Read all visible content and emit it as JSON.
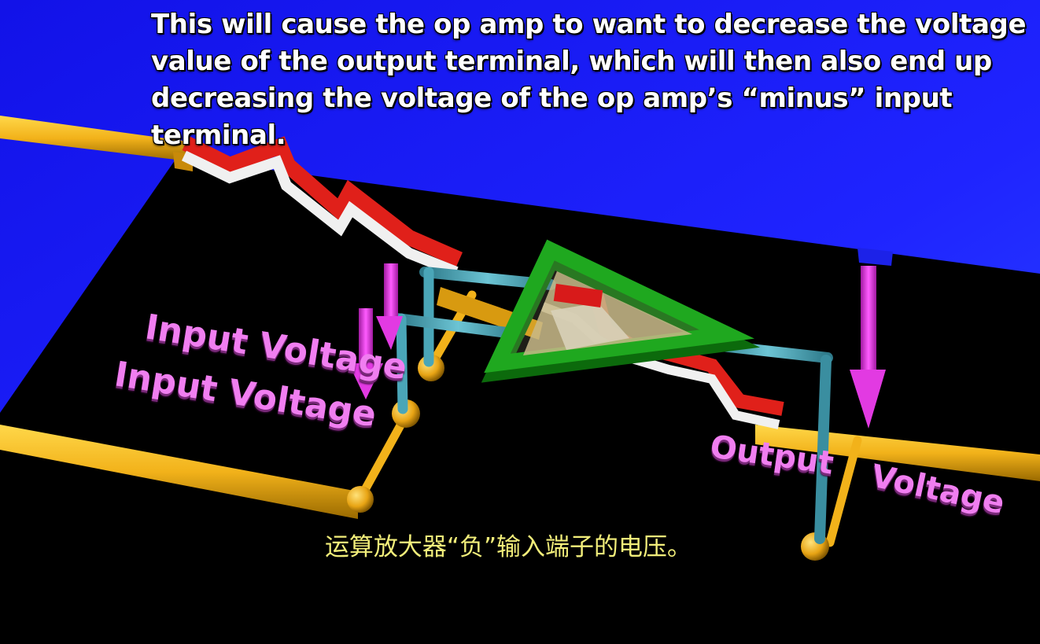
{
  "caption": {
    "top_lines": [
      "This will cause the op amp to want to decrease the voltage",
      "value of the output terminal, which will then also end up",
      "decreasing the voltage of the op amp’s “minus” input terminal."
    ],
    "bottom": "运算放大器“负”输入端子的电压。"
  },
  "labels": {
    "input_voltage_1": "Input Voltage",
    "input_voltage_2": "Input Voltage",
    "output_part": "Output",
    "voltage_part": "Voltage"
  },
  "colors": {
    "sky": "#1a1aff",
    "floor": "#000000",
    "wire_gold": "#f2b21a",
    "wire_teal": "#4aa6b8",
    "resistor_red": "#e0201a",
    "resistor_white": "#f0f0f0",
    "opamp_green": "#1fa81f",
    "arrow_magenta": "#e23ae2",
    "label_pink": "#f07ef0",
    "subtitle_yellow": "#f2ee7a"
  }
}
